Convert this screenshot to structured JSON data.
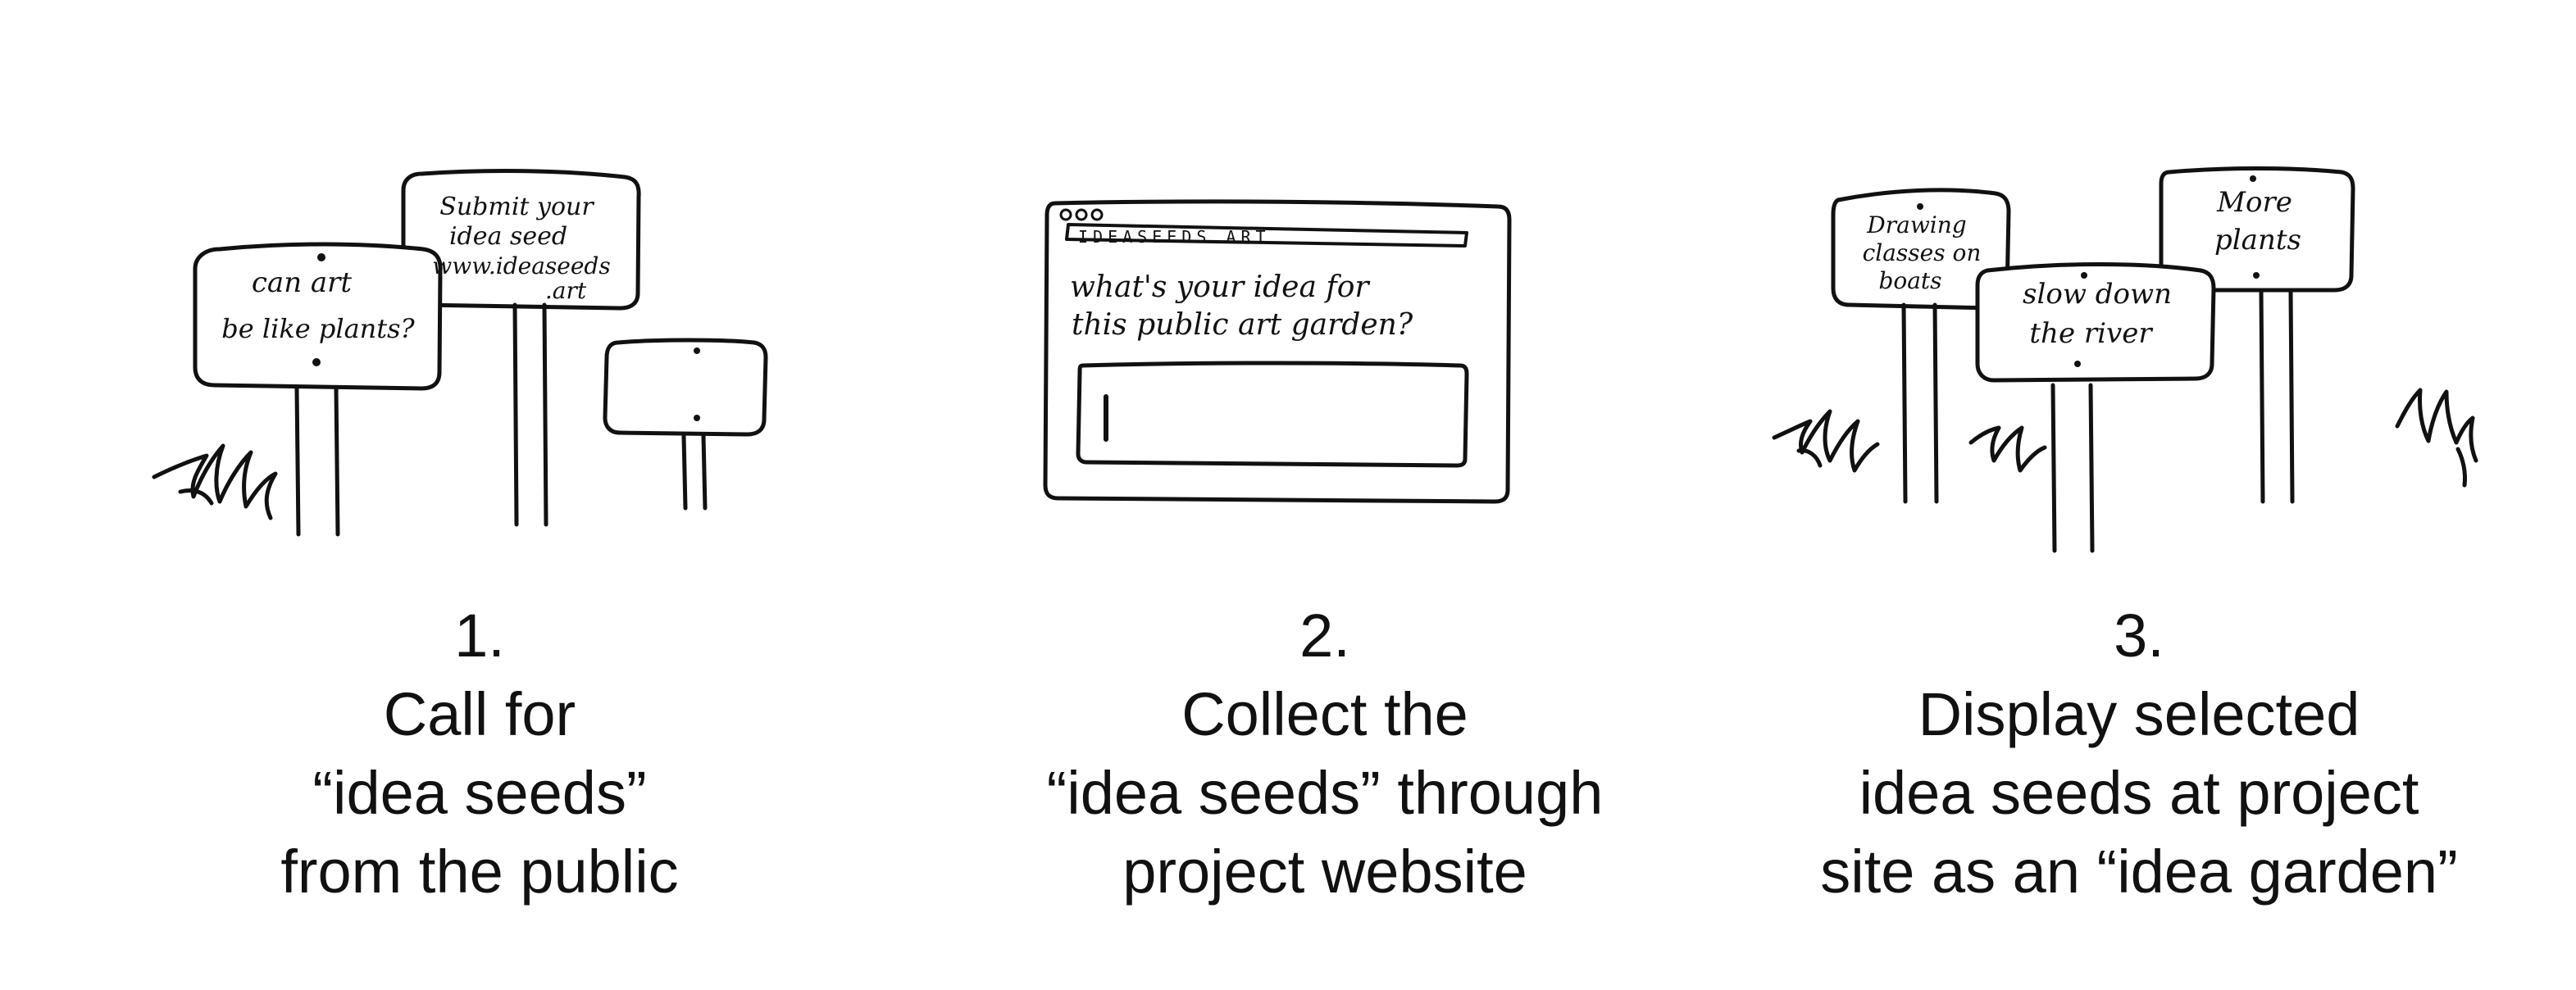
{
  "steps": [
    {
      "number": "1.",
      "caption_lines": [
        "Call for",
        "“idea seeds”",
        "from the public"
      ],
      "signs": {
        "left": [
          "can art",
          "be like plants?"
        ],
        "middle": [
          "Submit your",
          "idea seed",
          "www.ideaseeds",
          ".art"
        ]
      }
    },
    {
      "number": "2.",
      "caption_lines": [
        "Collect the",
        "“idea seeds” through",
        "project website"
      ],
      "browser": {
        "url": "IDEASEEDS.ART",
        "prompt_lines": [
          "what's your idea for",
          "this public art garden?"
        ]
      }
    },
    {
      "number": "3.",
      "caption_lines": [
        "Display selected",
        "idea seeds at project",
        "site as an “idea garden”"
      ],
      "signs": {
        "left": [
          "Drawing",
          "classes on",
          "boats"
        ],
        "middle": [
          "slow down",
          "the river"
        ],
        "right": [
          "More",
          "plants"
        ]
      }
    }
  ]
}
